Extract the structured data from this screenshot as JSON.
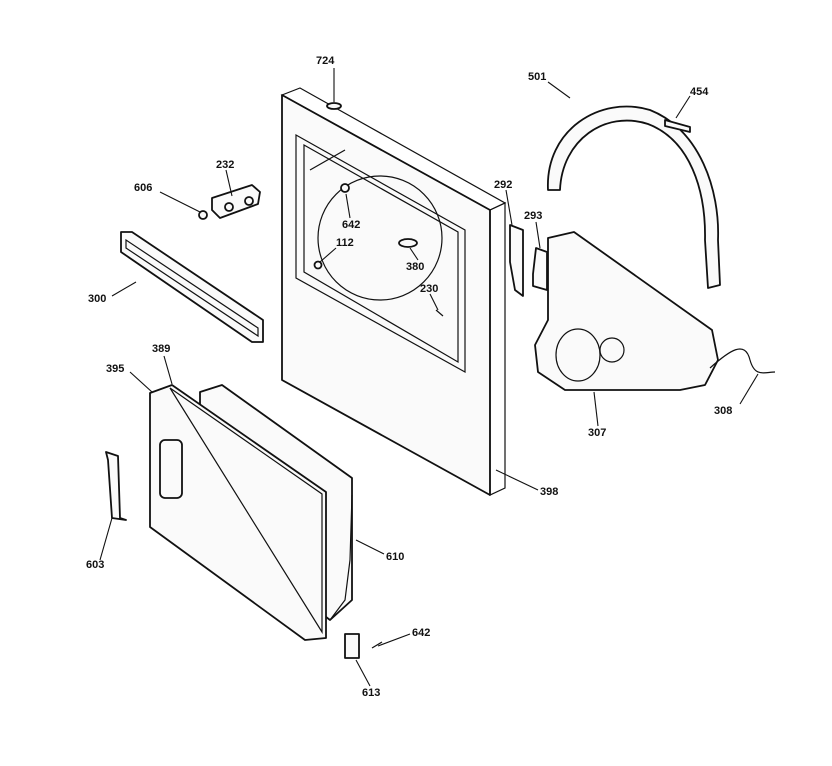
{
  "callouts": {
    "c724": "724",
    "c501": "501",
    "c454": "454",
    "c232": "232",
    "c606": "606",
    "c642a": "642",
    "c112": "112",
    "c380": "380",
    "c292": "292",
    "c293": "293",
    "c230": "230",
    "c300": "300",
    "c389": "389",
    "c395": "395",
    "c307": "307",
    "c308": "308",
    "c398": "398",
    "c610": "610",
    "c603": "603",
    "c642b": "642",
    "c613": "613"
  }
}
